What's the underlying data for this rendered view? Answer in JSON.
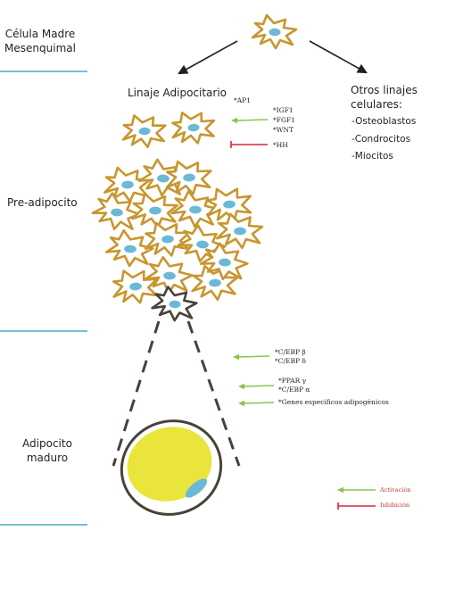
{
  "colors": {
    "cell_outline": "#c8962f",
    "nucleus": "#6cb9d6",
    "mature_outline": "#484238",
    "lipid": "#e9e53a",
    "activation": "#8cc44a",
    "inhibition": "#d7263d",
    "separator": "#74c0d9"
  },
  "stages": {
    "msc": "Célula Madre Mesenquimal",
    "preadipocyte": "Pre-adipocito",
    "mature": "Adipocito maduro"
  },
  "lineage": {
    "adipocytic": "Linaje Adipocitario",
    "other_title": "Otros linajes celulares:",
    "other_items": [
      "-Osteoblastos",
      "-Condrocitos",
      "-Miocitos"
    ]
  },
  "factors": {
    "ap1": "*AP1",
    "igf1": "*IGF1",
    "fgf1": "*FGF1",
    "wnt": "*WNT",
    "hh": "*HH",
    "cebp_beta": "*C/EBP β",
    "cebp_delta": "*C/EBP δ",
    "ppar_gamma": "*PPAR γ",
    "cebp_alpha": "*C/EBP α",
    "genes": "*Genes específicos adipogénicos"
  },
  "legend": {
    "activation": "Activación",
    "inhibition": "Inhibición"
  }
}
